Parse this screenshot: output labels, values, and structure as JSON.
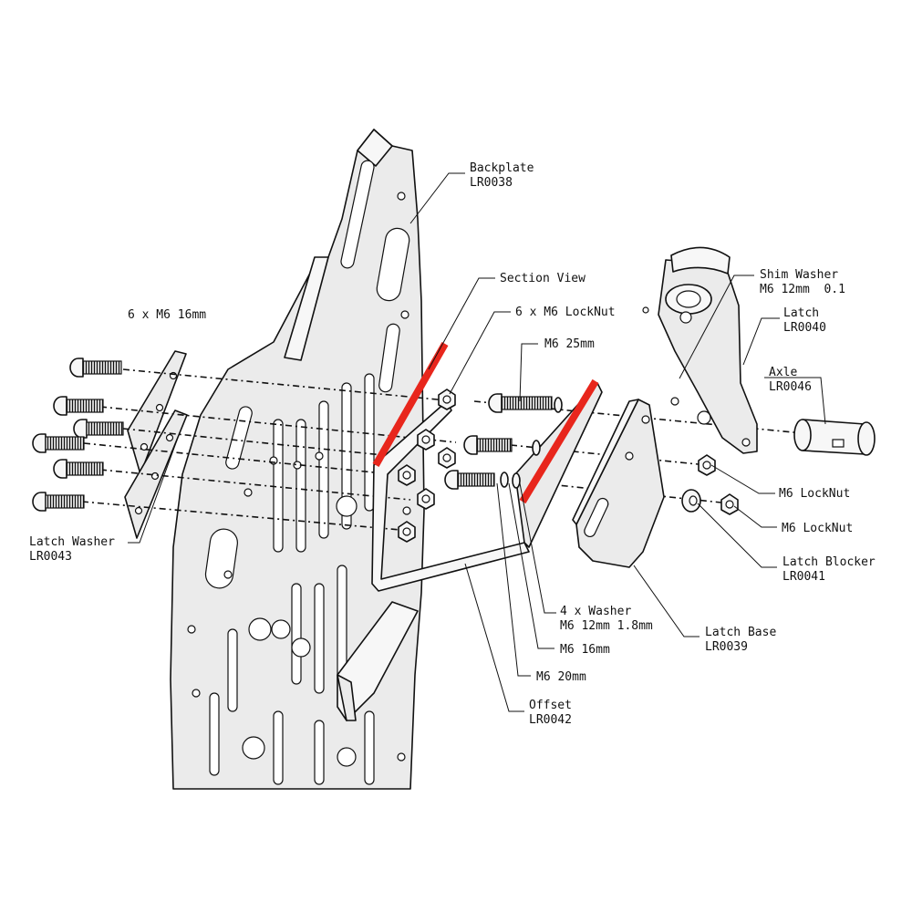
{
  "colors": {
    "section_view": "#e8261c",
    "part_fill": "#ebebeb",
    "outline": "#111111"
  },
  "labels": {
    "backplate": {
      "name": "Backplate",
      "code": "LR0038"
    },
    "section_view": {
      "name": "Section View"
    },
    "locknut_6": {
      "name": "6 x M6 LockNut"
    },
    "m6_25": {
      "name": "M6 25mm"
    },
    "m6_16_x6": {
      "name": "6 x M6 16mm"
    },
    "shim_washer": {
      "name": "Shim Washer",
      "code": "M6 12mm  0.1"
    },
    "latch": {
      "name": "Latch",
      "code": "LR0040"
    },
    "axle": {
      "name": "Axle",
      "code": "LR0046"
    },
    "locknut_a": {
      "name": "M6 LockNut"
    },
    "locknut_b": {
      "name": "M6 LockNut"
    },
    "latch_blocker": {
      "name": "Latch Blocker",
      "code": "LR0041"
    },
    "latch_washer": {
      "name": "Latch Washer",
      "code": "LR0043"
    },
    "washer_4": {
      "name": "4 x Washer",
      "code": "M6 12mm 1.8mm"
    },
    "latch_base": {
      "name": "Latch Base",
      "code": "LR0039"
    },
    "m6_16": {
      "name": "M6 16mm"
    },
    "m6_20": {
      "name": "M6 20mm"
    },
    "offset": {
      "name": "Offset",
      "code": "LR0042"
    }
  }
}
